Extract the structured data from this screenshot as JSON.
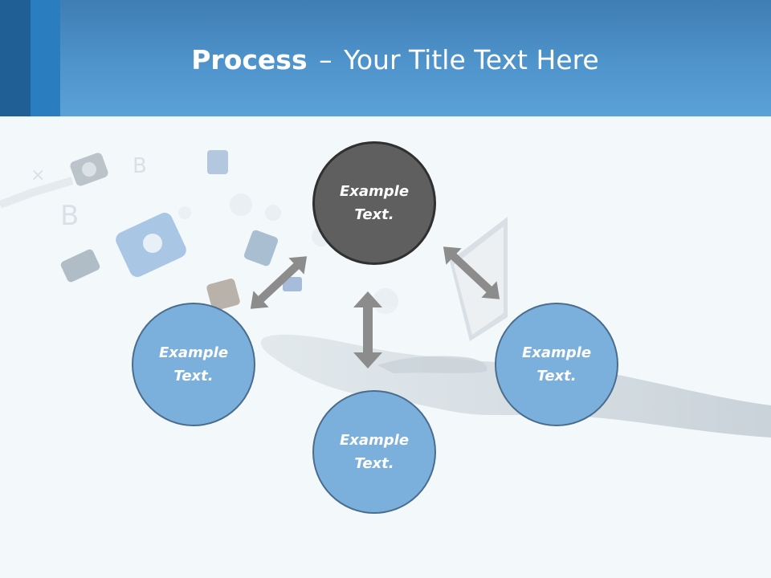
{
  "header": {
    "title_bold": "Process",
    "title_separator": "–",
    "title_rest": "Your Title Text Here"
  },
  "nodes": [
    {
      "line1": "Example",
      "line2": "Text."
    },
    {
      "line1": "Example",
      "line2": "Text."
    },
    {
      "line1": "Example",
      "line2": "Text."
    },
    {
      "line1": "Example",
      "line2": "Text."
    }
  ],
  "colors": {
    "header_top": "#3f7db3",
    "header_bottom": "#5aa2d6",
    "accent_stripe_dark": "#1f5f95",
    "accent_stripe_light": "#2a7ec0",
    "node_fill": "#7cb0dc",
    "node_border": "#4a6d8e",
    "center_node_fill": "#5f5f5f",
    "arrow": "#8c8c8c",
    "background": "#f3f8fa"
  },
  "background_image": {
    "description_icon": "hand-with-app-icons-image"
  }
}
